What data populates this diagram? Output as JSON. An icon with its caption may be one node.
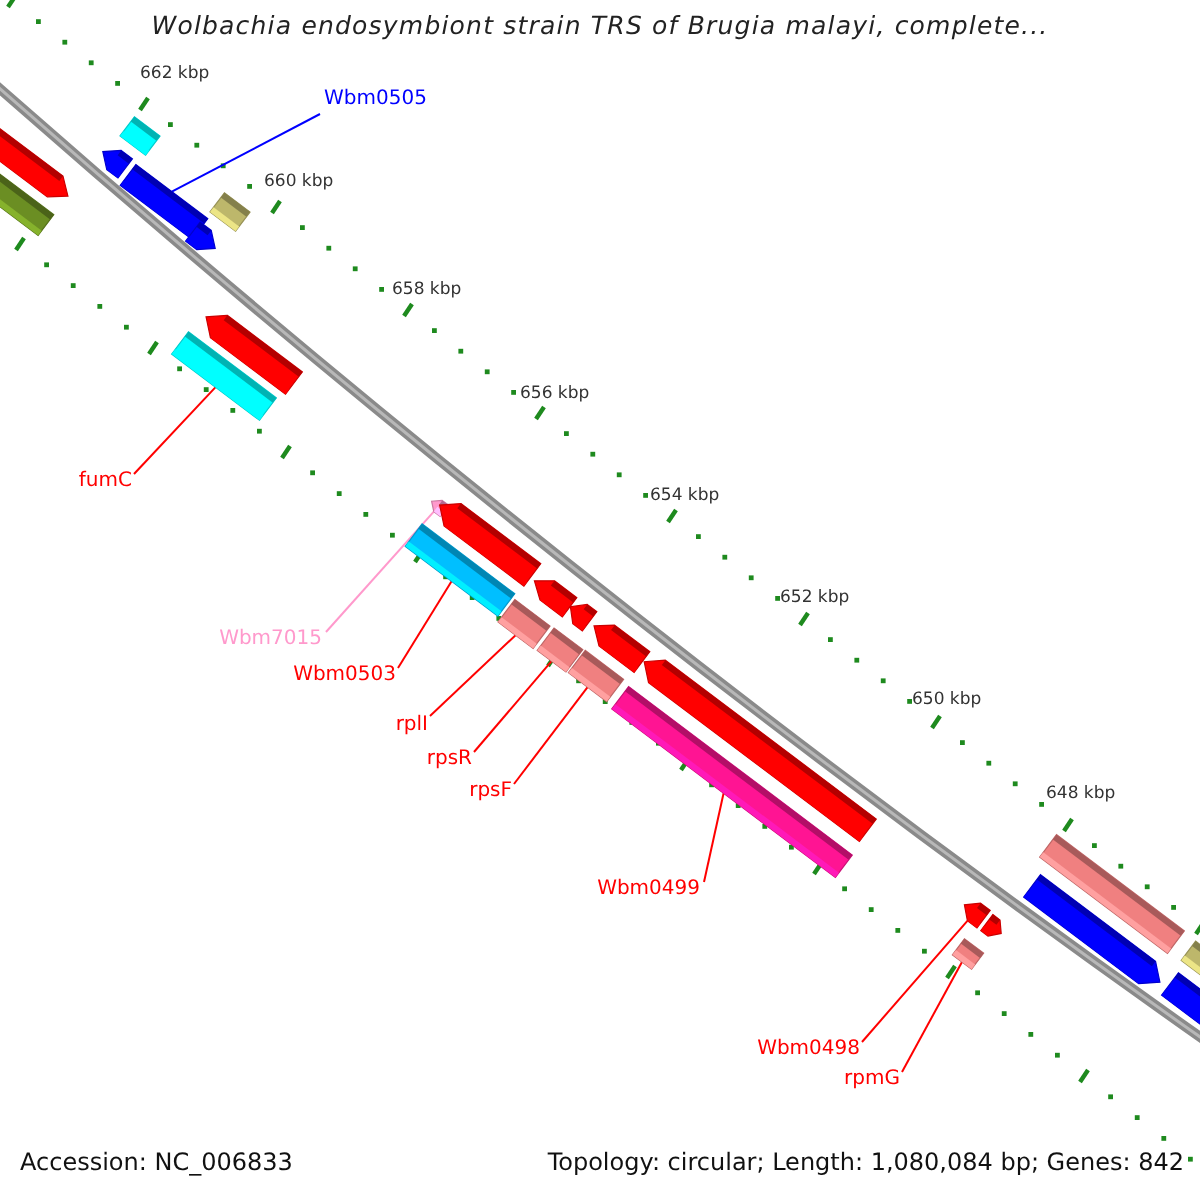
{
  "diagram": {
    "title": "Wolbachia endosymbiont strain TRS of Brugia malayi, complete...",
    "nodes": [
      {
        "text": [
          "Wbm0505"
        ]
      },
      {
        "text": [],
        "shape": "bar"
      },
      {
        "text": [],
        "shape": "bar"
      },
      {
        "text": [
          "fumC"
        ]
      },
      {
        "text": [],
        "shape": "bar"
      },
      {
        "text": [],
        "shape": "bar"
      },
      {
        "text": [
          "Wbm7015"
        ]
      },
      {
        "text": [
          "Wbm0503"
        ]
      },
      {
        "text": [],
        "shape": "bar"
      },
      {
        "text": [],
        "shape": "bar"
      },
      {
        "text": [],
        "shape": "bar"
      },
      {
        "text": [
          "rplI"
        ]
      },
      {
        "text": [
          "rpsR"
        ]
      },
      {
        "text": [
          "rpsF"
        ]
      },
      {
        "text": [],
        "shape": "bar"
      },
      {
        "text": [
          "Wbm0499"
        ]
      },
      {
        "text": [],
        "shape": "bar"
      },
      {
        "text": [],
        "shape": "bar"
      },
      {
        "text": [
          "Wbm0498"
        ]
      },
      {
        "text": [
          "rpmG"
        ]
      },
      {
        "text": [],
        "shape": "bar"
      },
      {
        "text": [],
        "shape": "bar"
      },
      {
        "text": [],
        "shape": "bar"
      },
      {
        "text": [],
        "shape": "bar"
      },
      {
        "text": [],
        "shape": "bar"
      },
      {
        "text": [],
        "shape": "bar"
      },
      {
        "text": [],
        "shape": "bar"
      },
      {
        "text": [],
        "shape": "bar"
      },
      {
        "text": [],
        "shape": "bar"
      },
      {
        "text": [],
        "shape": "bar"
      },
      {
        "text": [],
        "shape": "bar"
      },
      {
        "text": [],
        "shape": "bar"
      },
      {
        "text": [],
        "shape": "bar"
      },
      {
        "text": [],
        "shape": "bar"
      },
      {
        "text": [],
        "shape": "bar"
      },
      {
        "text": [],
        "shape": "bar"
      },
      {
        "text": [],
        "shape": "bar"
      }
    ],
    "edges": [
      {
        "from": 0,
        "to": 1,
        "arrow": "none",
        "color": "#0000ff"
      },
      {
        "from": 3,
        "to": 2,
        "arrow": "none"
      },
      {
        "from": 6,
        "to": 4,
        "arrow": "none",
        "color": "#ff99cc"
      },
      {
        "from": 7,
        "to": 5,
        "arrow": "none"
      },
      {
        "from": 11,
        "to": 8,
        "arrow": "none"
      },
      {
        "from": 12,
        "to": 9,
        "arrow": "none"
      },
      {
        "from": 13,
        "to": 10,
        "arrow": "none"
      },
      {
        "from": 15,
        "to": 14,
        "arrow": "none"
      },
      {
        "from": 18,
        "to": 16,
        "arrow": "none"
      },
      {
        "from": 19,
        "to": 17,
        "arrow": "none"
      }
    ],
    "labels": [
      "662 kbp",
      "660 kbp",
      "658 kbp",
      "656 kbp",
      "654 kbp",
      "652 kbp",
      "650 kbp",
      "648 kbp",
      "Accession: NC_006833",
      "Topology: circular; Length: 1,080,084 bp; Genes: 842"
    ]
  }
}
